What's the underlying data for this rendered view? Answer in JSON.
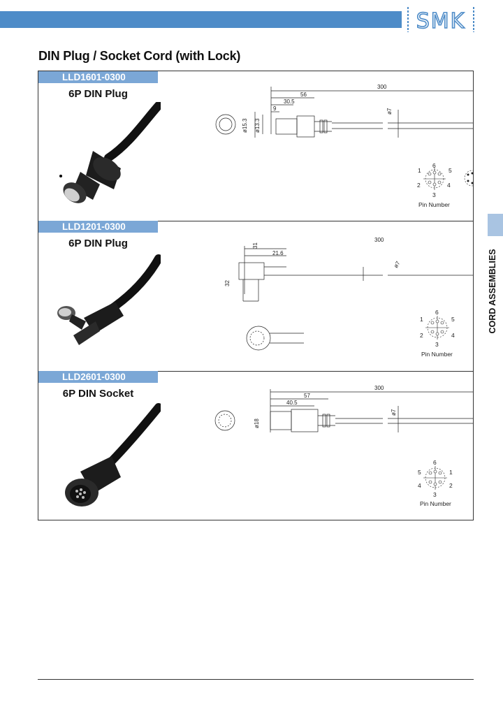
{
  "header": {
    "logo_text": "SMK",
    "bar_color": "#4e8cc8",
    "accent_color": "#7ba7d6"
  },
  "page_title": "DIN Plug / Socket Cord (with Lock)",
  "side_label": "CORD ASSEMBLIES",
  "sections": [
    {
      "part_number": "LLD1601-0300",
      "description": "6P DIN Plug",
      "dims": {
        "total": "300",
        "d56": "56",
        "d30_5": "30.5",
        "d9": "9",
        "dia7": "ø7",
        "dia15_3": "ø15.3",
        "dia13_3": "ø13.3"
      },
      "pins": [
        "1",
        "6",
        "5",
        "2",
        "4",
        "3"
      ],
      "pin_caption": "Pin Number"
    },
    {
      "part_number": "LLD1201-0300",
      "description": "6P DIN Plug",
      "dims": {
        "total": "300",
        "d31": "31",
        "d21_6": "21.6",
        "d32": "32",
        "dia7": "ø7"
      },
      "pins": [
        "1",
        "6",
        "5",
        "2",
        "4",
        "3"
      ],
      "pin_caption": "Pin Number"
    },
    {
      "part_number": "LLD2601-0300",
      "description": "6P DIN Socket",
      "dims": {
        "total": "300",
        "d57": "57",
        "d40_5": "40.5",
        "dia18": "ø18",
        "dia7": "ø7"
      },
      "pins": [
        "5",
        "6",
        "1",
        "4",
        "2",
        "3"
      ],
      "pin_caption": "Pin Number"
    }
  ]
}
